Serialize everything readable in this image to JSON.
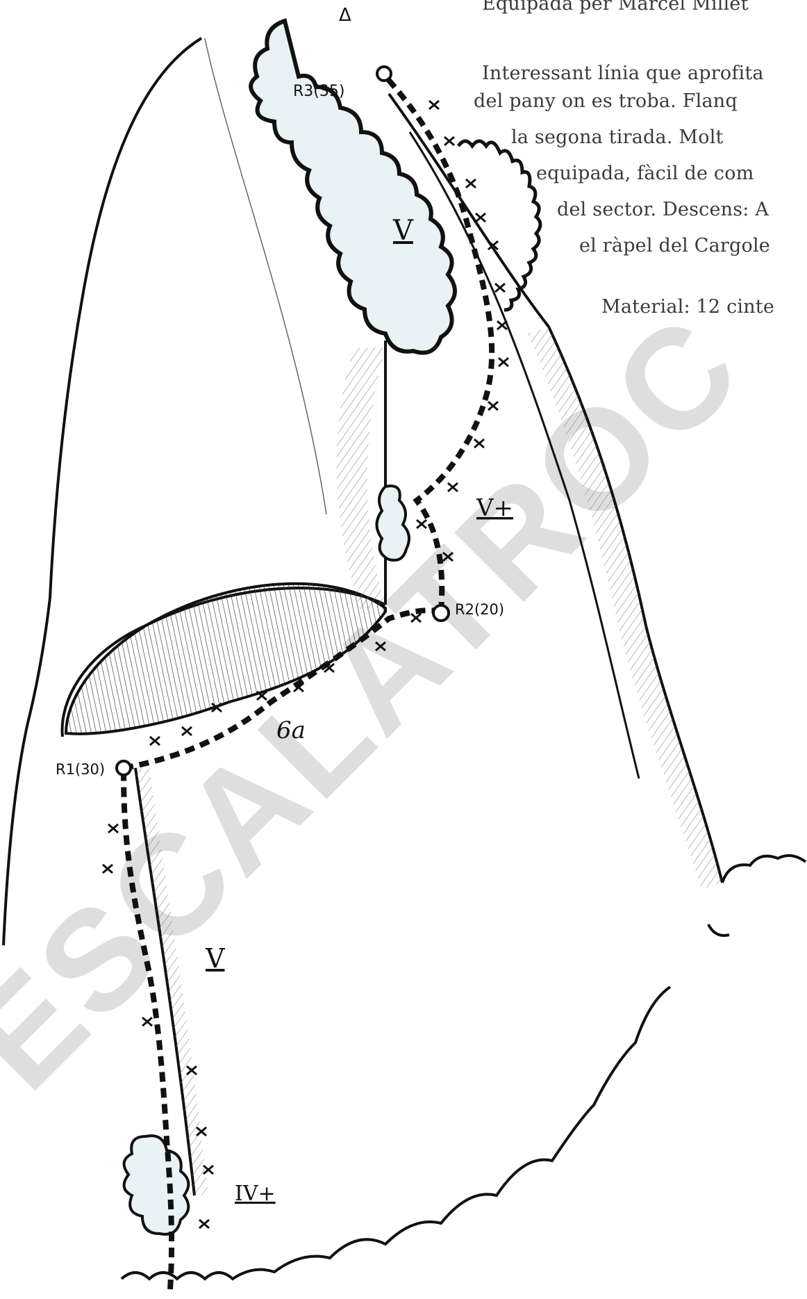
{
  "description": {
    "equipped_by": "Equipada per Marcel Millet",
    "lines": [
      "Interessant línia que aprofita",
      "del pany on es troba. Flanq",
      "la segona tirada. Molt",
      "equipada, fàcil de com",
      "del sector. Descens: A",
      "el ràpel del Cargole"
    ],
    "material": "Material: 12 cinte"
  },
  "watermark": "ESCALATROC",
  "topo": {
    "top_marker": "Δ",
    "belays": [
      {
        "label": "R1(30)"
      },
      {
        "label": "R2(20)"
      },
      {
        "label": "R3(35)"
      }
    ],
    "grades": [
      "IV+",
      "V",
      "6a",
      "V+",
      "V"
    ]
  },
  "colors": {
    "ink": "#111111",
    "text": "#3a3a3a",
    "bush_fill": "#e9f3f5",
    "watermark": "#d2d2d2"
  }
}
